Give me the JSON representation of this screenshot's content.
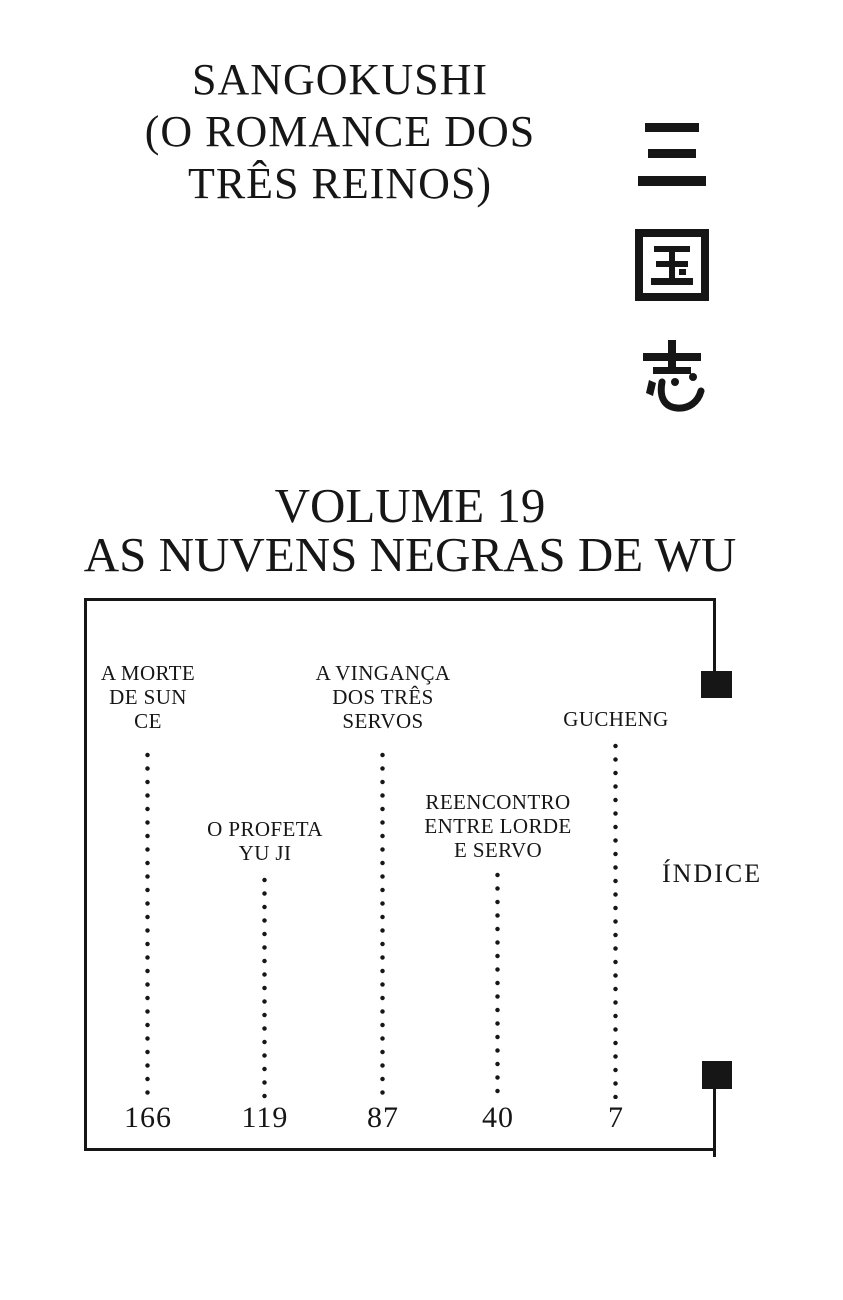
{
  "page": {
    "colors": {
      "ink": "#161616",
      "background": "#ffffff"
    },
    "series_title_lines": [
      "SANGOKUSHI",
      "(O ROMANCE DOS",
      "TRÊS REINOS)"
    ],
    "kanji_title": "三国志",
    "kanji_chars": [
      "三",
      "国",
      "志"
    ],
    "volume": {
      "line1": "VOLUME 19",
      "line2": "AS NUVENS NEGRAS DE WU"
    },
    "index_label": "ÍNDICE"
  },
  "index": {
    "entries": [
      {
        "title_lines": [
          "A MORTE",
          "DE SUN",
          "CE"
        ],
        "page": "166"
      },
      {
        "title_lines": [
          "O PROFETA",
          "YU JI"
        ],
        "page": "119"
      },
      {
        "title_lines": [
          "A VINGANÇA",
          "DOS TRÊS",
          "SERVOS"
        ],
        "page": "87"
      },
      {
        "title_lines": [
          "REENCONTRO",
          "ENTRE LORDE",
          "E SERVO"
        ],
        "page": "40"
      },
      {
        "title_lines": [
          "GUCHENG"
        ],
        "page": "7"
      }
    ]
  }
}
